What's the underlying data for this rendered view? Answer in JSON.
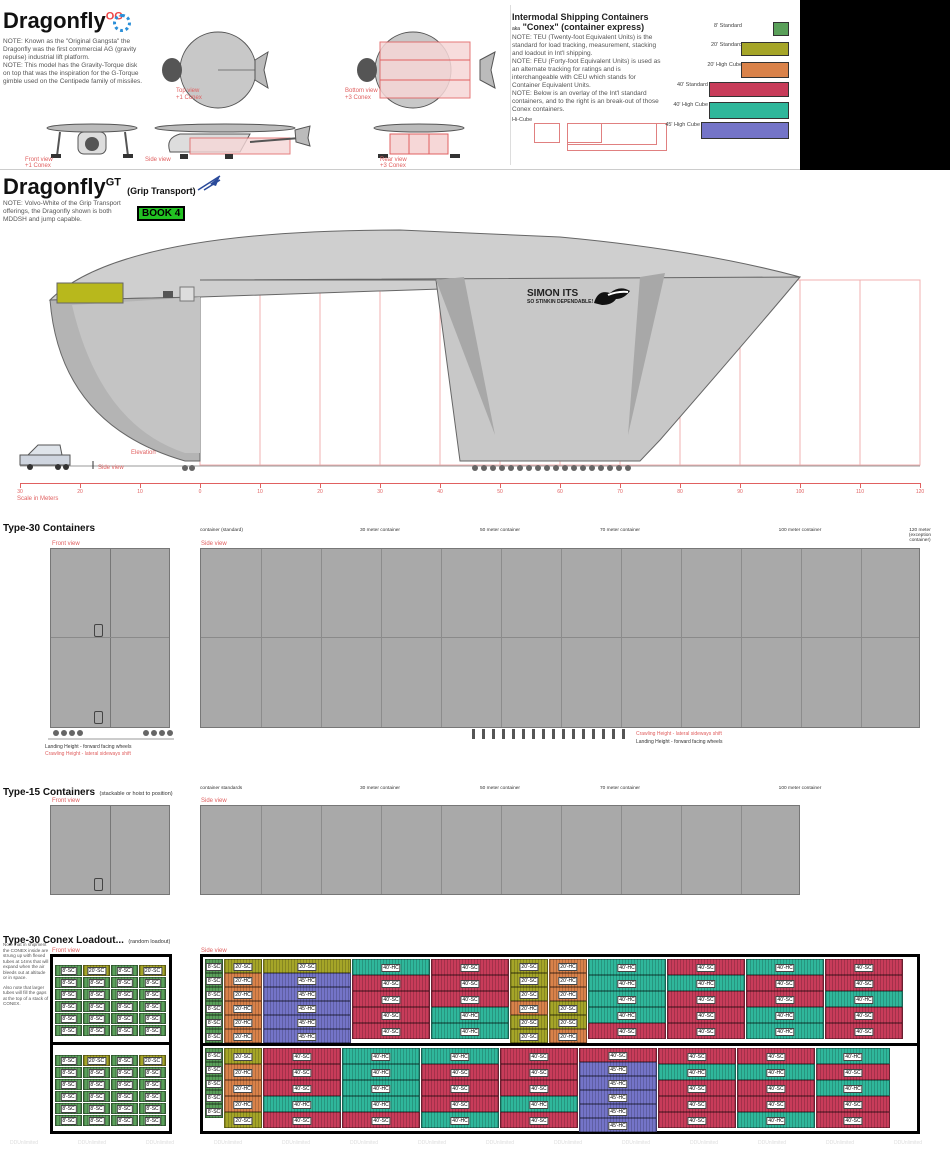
{
  "top": {
    "og_title": "Dragonfly",
    "og_sup": "OG",
    "og_notes": [
      "NOTE: Known as the \"Original Gangsta\" the Dragonfly was the first commercial AG (gravity repulse) industrial lift platform.",
      "NOTE: This model has the Gravity-Torque disk on top that was the inspiration for the G-Torque gimble used on the Centipede family of missiles."
    ],
    "view_labels": {
      "top": "Top view",
      "top_sub": "+1 Conex",
      "bottom": "Bottom view",
      "bottom_sub": "+3 Conex",
      "front": "Front view",
      "front_sub": "+1 Conex",
      "side": "Side view",
      "rear": "Rear view",
      "rear_sub": "+3 Conex"
    }
  },
  "containers_box": {
    "title": "Intermodal Shipping Containers",
    "aka": "aka",
    "subtitle": "\"Conex\" (container express)",
    "notes": [
      "NOTE: TEU (Twenty-foot Equivalent Units) is the standard for load tracking, measurement, stacking and loadout in Int'l shipping.",
      "NOTE: FEU (Forty-foot Equivalent Units) is used as an alternate tracking for ratings and is interchangeable with CEU which stands for Container Equivalent Units.",
      "NOTE: Below is an overlay of the Int'l standard containers, and to the right is an break-out of those Conex containers."
    ],
    "hicube_label": "Hi-Cube",
    "legend": [
      {
        "label": "8' Standard",
        "color": "#5aa05a"
      },
      {
        "label": "20' Standard",
        "color": "#a5a528"
      },
      {
        "label": "20' High Cube",
        "color": "#d9824a"
      },
      {
        "label": "40' Standard",
        "color": "#c83c5a"
      },
      {
        "label": "40' High Cube",
        "color": "#2fb79b"
      },
      {
        "label": "45' High Cube",
        "color": "#7474c8"
      }
    ]
  },
  "gt": {
    "title": "Dragonfly",
    "sup": "GT",
    "subtitle": "(Grip Transport)",
    "note": "NOTE: Volvo-White of the Grip Transport offerings, the Dragonfly shown is both MDDSH and jump capable.",
    "book_badge": "BOOK 4",
    "livery_name": "SIMON ITS",
    "livery_slogan": "SO STINKIN DEPENDABLE!",
    "elevation_label": "Elevation",
    "side_view_label": "Side view",
    "scale_label": "Scale in Meters",
    "scale_ticks": [
      "30",
      "20",
      "10",
      "0",
      "10",
      "20",
      "30",
      "40",
      "50",
      "60",
      "70",
      "80",
      "90",
      "100",
      "110",
      "120"
    ]
  },
  "type30": {
    "title": "Type-30 Containers",
    "front_label": "Front view",
    "side_label": "Side view",
    "markers": [
      {
        "label": "container (standard)"
      },
      {
        "label": "30 meter container"
      },
      {
        "label": "50 meter container"
      },
      {
        "label": "70 meter container"
      },
      {
        "label": "100 meter container"
      },
      {
        "label": "120 meter (exception container)"
      }
    ],
    "landing_note": "Landing Height - forward facing wheels",
    "crawling_note": "Crawling Height - lateral sideways shift"
  },
  "type15": {
    "title": "Type-15 Containers",
    "subtitle": "(stackable or hoist to position)",
    "front_label": "Front view",
    "side_label": "Side view",
    "markers": [
      {
        "label": "container standards"
      },
      {
        "label": "30 meter container"
      },
      {
        "label": "50 meter container"
      },
      {
        "label": "70 meter container"
      },
      {
        "label": "100 meter container"
      }
    ]
  },
  "loadout": {
    "title": "Type-30 Conex Loadout...",
    "subtitle": "(random loadout)",
    "front_label": "Front view",
    "side_label": "Side view",
    "notes": [
      "Note that in shipment the CONEX inside are strung up with flexed tubes at 14ms that will expand when the air bleeds out at altitude or in space.",
      "Also note that larger tubes will fill the gaps at the top of a stack of CONEX."
    ],
    "tags": {
      "sc8": "8'-SC",
      "sc20": "20'-SC",
      "hc20": "20'-HC",
      "sc40": "40'-SC",
      "hc40": "40'-HC",
      "hc45": "45'-HC"
    }
  },
  "watermark": "DDUnlimited"
}
